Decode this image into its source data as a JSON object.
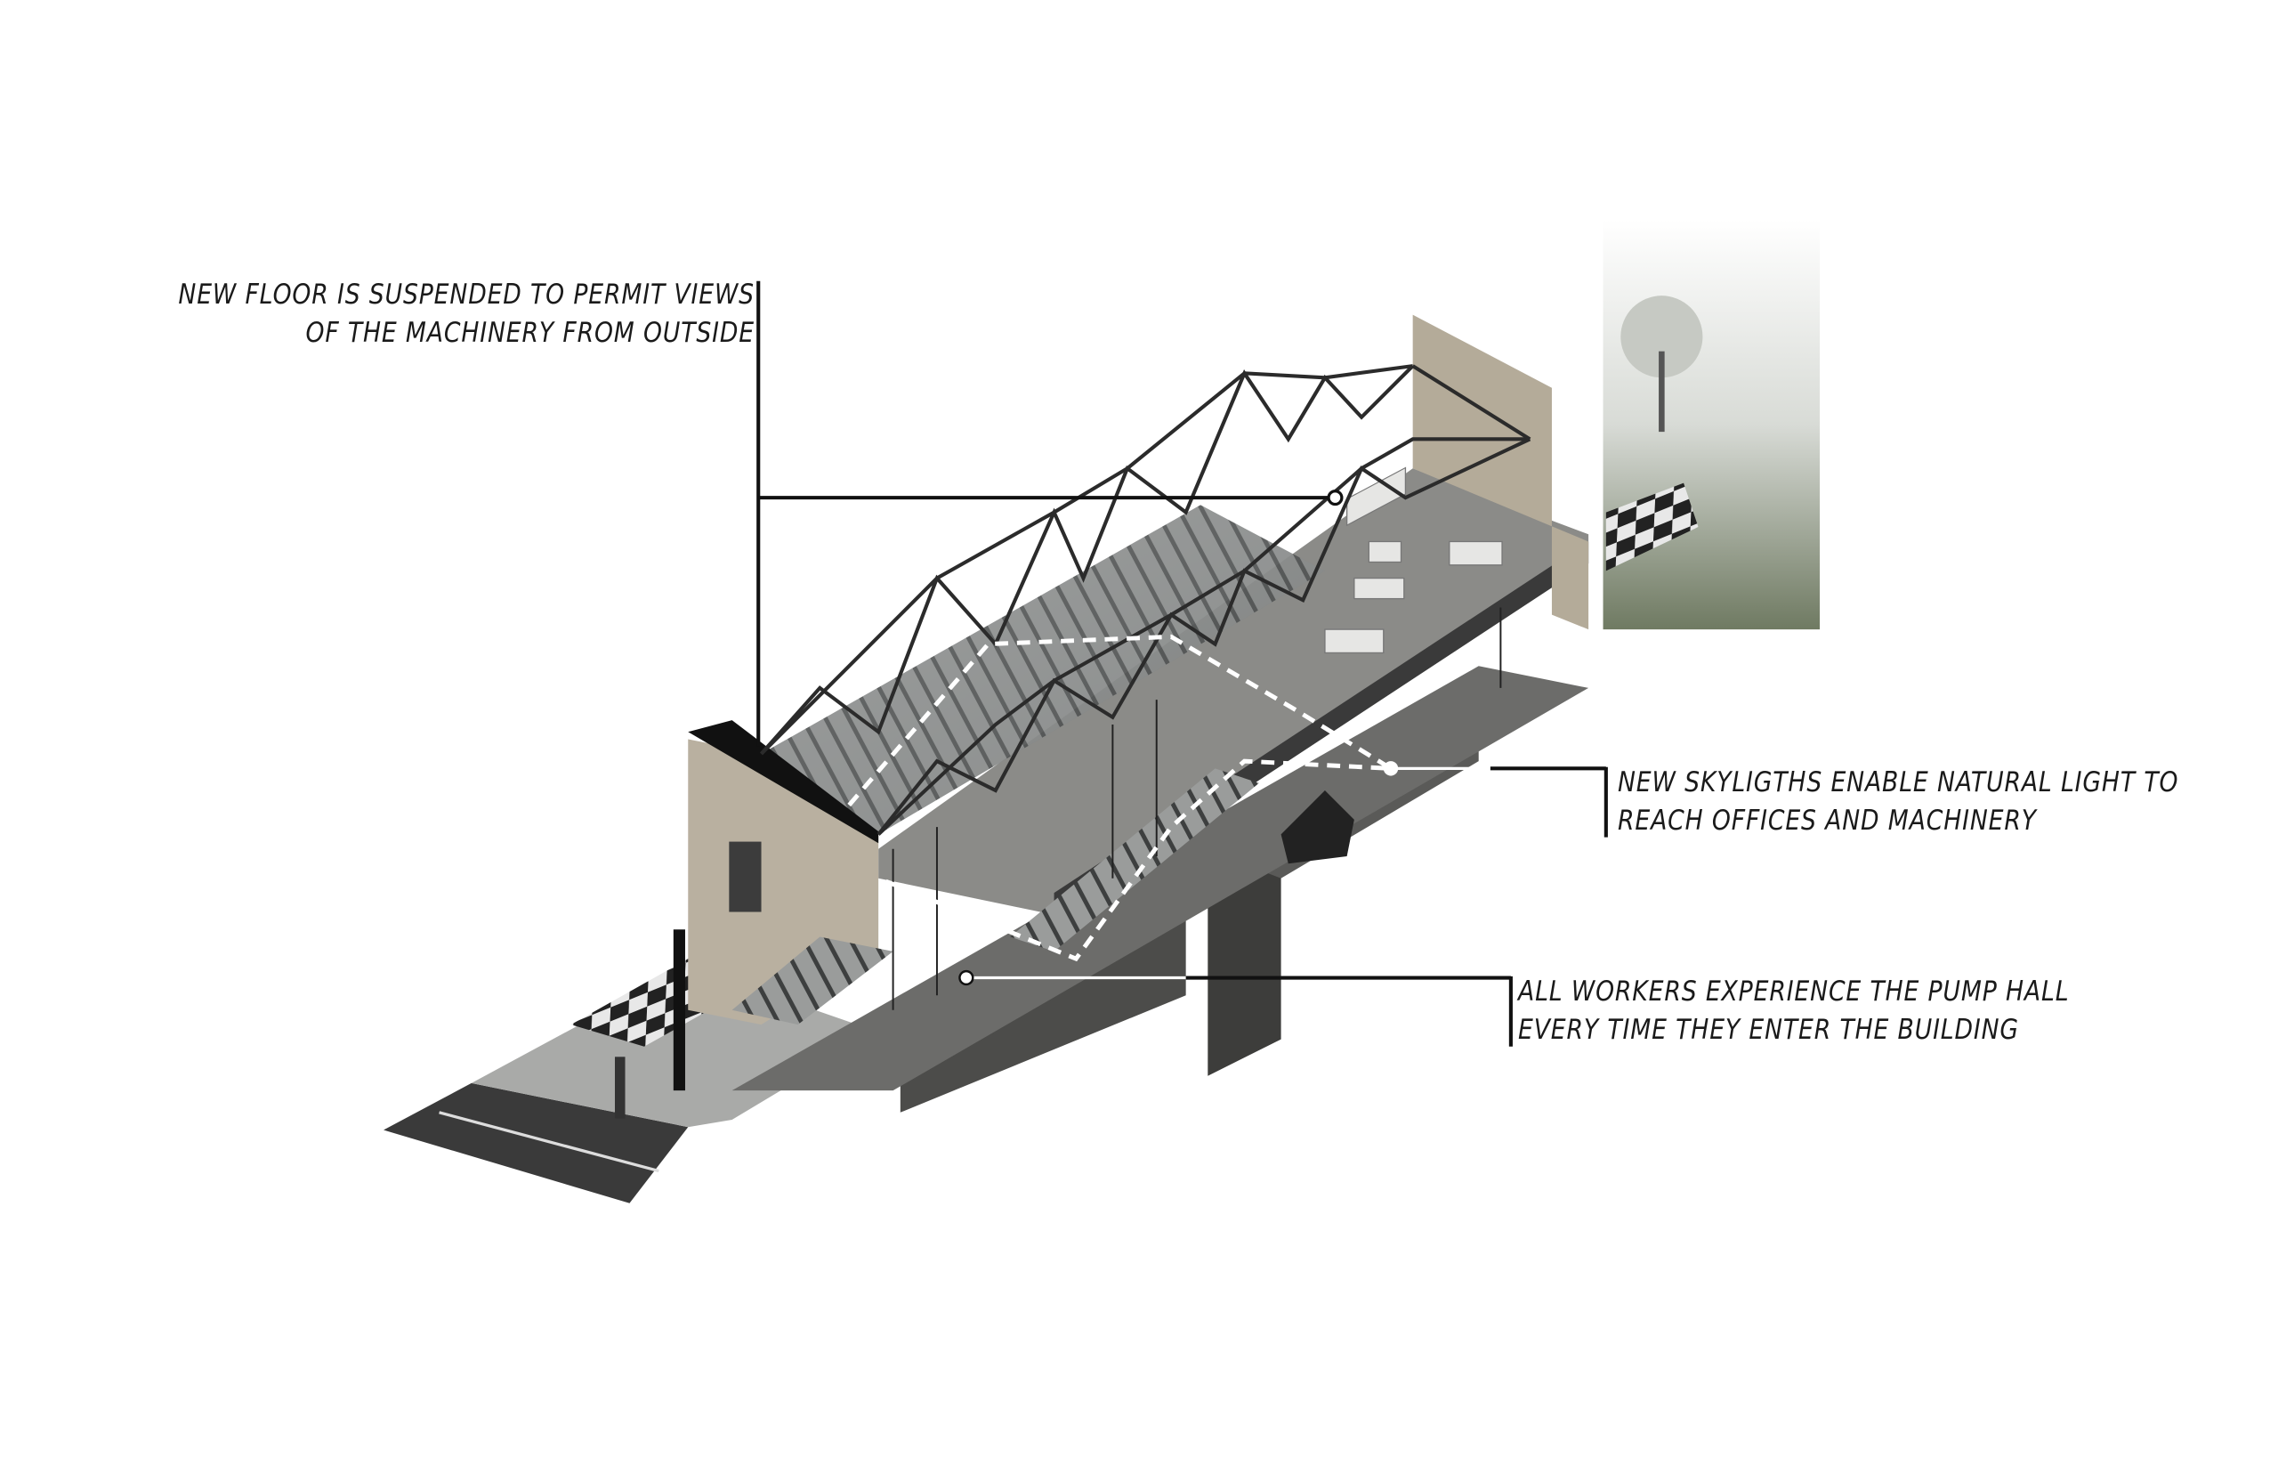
{
  "annotations": {
    "suspended_floor": {
      "line1": "NEW FLOOR IS SUSPENDED TO PERMIT VIEWS",
      "line2": "OF THE MACHINERY FROM OUTSIDE"
    },
    "skylights": {
      "line1": "NEW SKYLIGTHS ENABLE NATURAL LIGHT TO",
      "line2": "REACH OFFICES AND MACHINERY"
    },
    "pump_hall": {
      "line1": "ALL WORKERS EXPERIENCE THE PUMP HALL",
      "line2": "EVERY TIME THEY ENTER THE BUILDING"
    }
  },
  "colors": {
    "ink": "#1a1a1a",
    "brick": "#b9b0a0",
    "concrete": "#7b7b78",
    "dark_floor": "#4a4a48",
    "road": "#3a3a3a",
    "grass": "#7f8a6f"
  }
}
